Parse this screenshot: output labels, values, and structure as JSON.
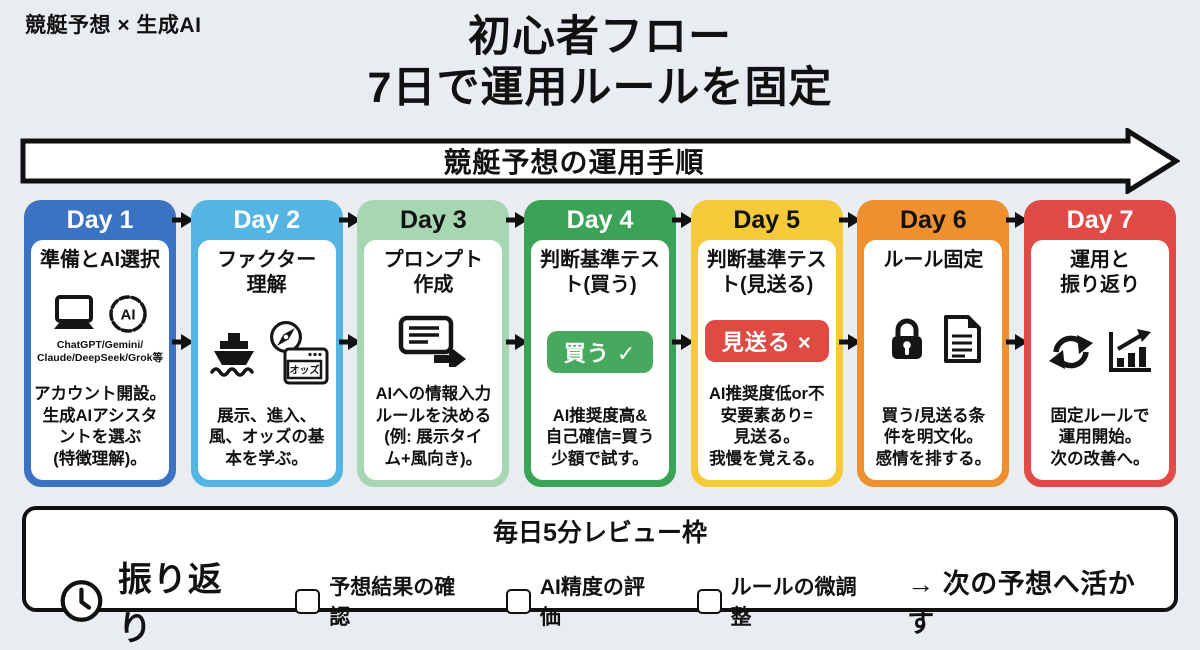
{
  "brand": "競艇予想 × 生成AI",
  "title_line1": "初心者フロー",
  "title_line2": "7日で運用ルールを固定",
  "banner": "競艇予想の運用手順",
  "icon_labels": {
    "ai": "AI",
    "odds": "オッズ"
  },
  "colors": {
    "background": "#e9edf2",
    "badge_buy": "#47a95e",
    "badge_skip": "#df4a42"
  },
  "days": [
    {
      "label": "Day 1",
      "color": "#3b73c2",
      "text_color": "#ffffff",
      "title": "準備とAI選択",
      "note": "ChatGPT/Gemini/\nClaude/DeepSeek/Grok等",
      "body": "アカウント開設。\n生成AIアシスタ\nントを選ぶ\n(特徴理解)。"
    },
    {
      "label": "Day 2",
      "color": "#54b4e2",
      "text_color": "#ffffff",
      "title": "ファクター\n理解",
      "body": "展示、進入、\n風、オッズの基\n本を学ぶ。"
    },
    {
      "label": "Day 3",
      "color": "#a7d6b2",
      "text_color": "#111111",
      "title": "プロンプト\n作成",
      "body": "AIへの情報入力\nルールを決める\n(例: 展示タイ\nム+風向き)。"
    },
    {
      "label": "Day 4",
      "color": "#3aa357",
      "text_color": "#ffffff",
      "title": "判断基準テス\nト(買う)",
      "badge": "買う ✓",
      "badge_color": "#47a95e",
      "body": "AI推奨度高&\n自己確信=買う\n少額で試す。"
    },
    {
      "label": "Day 5",
      "color": "#f4c93a",
      "text_color": "#111111",
      "title": "判断基準テス\nト(見送る)",
      "badge": "見送る ×",
      "badge_color": "#df4a42",
      "body": "AI推奨度低or不\n安要素あり=\n見送る。\n我慢を覚える。"
    },
    {
      "label": "Day 6",
      "color": "#ef9030",
      "text_color": "#111111",
      "title": "ルール固定",
      "body": "買う/見送る条\n件を明文化。\n感情を排する。"
    },
    {
      "label": "Day 7",
      "color": "#e04b47",
      "text_color": "#ffffff",
      "title": "運用と\n振り返り",
      "body": "固定ルールで\n運用開始。\n次の改善へ。"
    }
  ],
  "review": {
    "title": "毎日5分レビュー枠",
    "label": "振り返り",
    "checks": [
      "予想結果の確認",
      "AI精度の評価",
      "ルールの微調整"
    ],
    "conclusion": "→ 次の予想へ活かす"
  }
}
